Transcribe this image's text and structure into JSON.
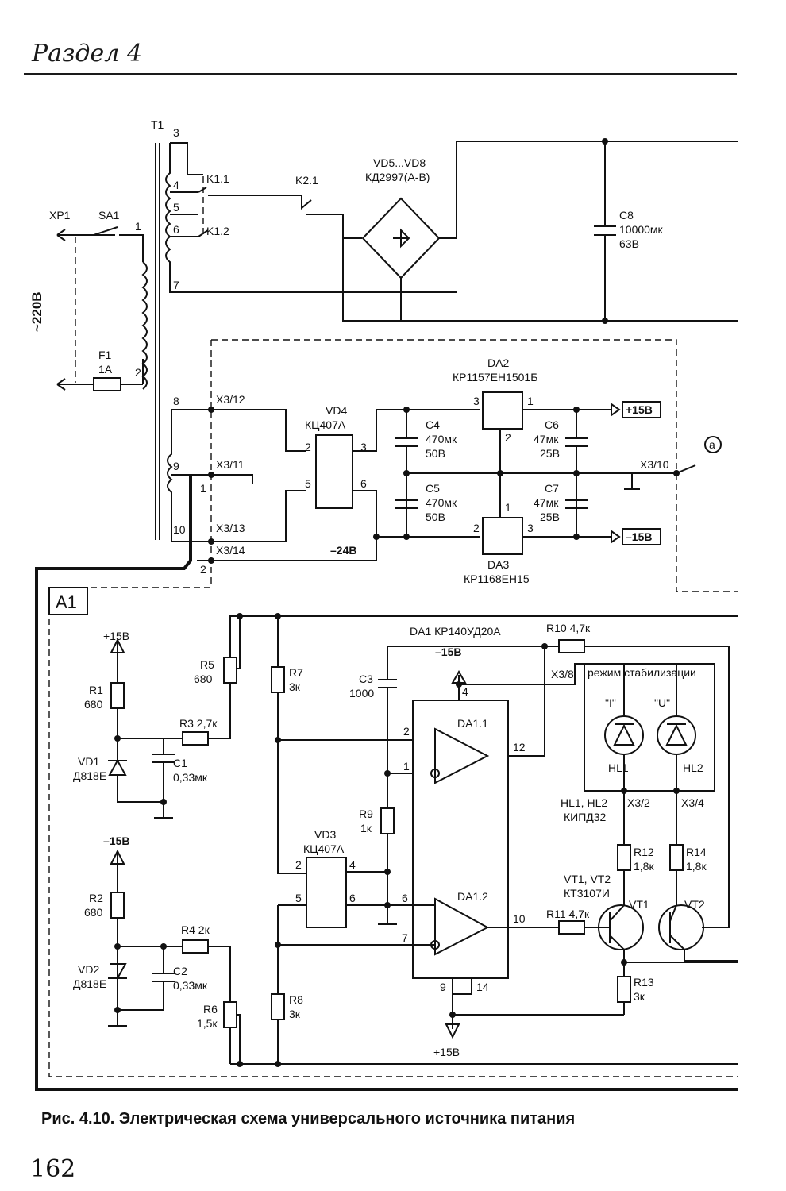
{
  "header": {
    "section": "Раздел 4"
  },
  "caption": "Рис. 4.10. Электрическая схема универсального источника питания",
  "page_number": "162",
  "schematic": {
    "T1": "T1",
    "XP1": "XP1",
    "SA1": "SA1",
    "mains": "~220В",
    "F1": "F1",
    "F1_val": "1A",
    "K11": "K1.1",
    "K12": "K1.2",
    "K21": "K2.1",
    "VD58": "VD5...VD8",
    "VD58_type": "КД2997(А-В)",
    "C8": "C8",
    "C8_cap": "10000мк",
    "C8_volt": "63В",
    "DA2": "DA2",
    "DA2_type": "КР1157ЕН1501Б",
    "DA3": "DA3",
    "DA3_type": "КР1168ЕН15",
    "VD4": "VD4",
    "VD4_type": "КЦ407А",
    "C4": "C4",
    "C4_cap": "470мк",
    "C4_volt": "50В",
    "C5": "C5",
    "C5_cap": "470мк",
    "C5_volt": "50В",
    "C6": "C6",
    "C6_cap": "47мк",
    "C6_volt": "25В",
    "C7": "C7",
    "C7_cap": "47мк",
    "C7_volt": "25В",
    "plus15": "+15В",
    "minus15": "–15В",
    "minus24": "–24В",
    "X312": "X3/12",
    "X311": "X3/11",
    "X313": "X3/13",
    "X314": "X3/14",
    "X310": "X3/10",
    "X38": "X3/8",
    "X32": "X3/2",
    "X34": "X3/4",
    "a": "a",
    "A1": "A1",
    "R1": "R1",
    "R1_val": "680",
    "R2": "R2",
    "R2_val": "680",
    "R3": "R3 2,7к",
    "R4": "R4 2к",
    "R5": "R5",
    "R5_val": "680",
    "R6": "R6",
    "R6_val": "1,5к",
    "R7": "R7",
    "R7_val": "3к",
    "R8": "R8",
    "R8_val": "3к",
    "R9": "R9",
    "R9_val": "1к",
    "R10": "R10 4,7к",
    "R11": "R11 4,7к",
    "R12": "R12",
    "R12_val": "1,8к",
    "R13": "R13",
    "R13_val": "3к",
    "R14": "R14",
    "R14_val": "1,8к",
    "C1": "C1",
    "C1_val": "0,33мк",
    "C2": "C2",
    "C2_val": "0,33мк",
    "C3": "C3",
    "C3_val": "1000",
    "VD1": "VD1",
    "VD1_type": "Д818Е",
    "VD2": "VD2",
    "VD2_type": "Д818Е",
    "VD3": "VD3",
    "VD3_type": "КЦ407А",
    "DA1": "DA1 КР140УД20А",
    "DA11": "DA1.1",
    "DA12": "DA1.2",
    "mode": "режим стабилизации",
    "I": "\"I\"",
    "U": "\"U\"",
    "HL1": "HL1",
    "HL2": "HL2",
    "HL_type": "HL1, HL2",
    "HL_type2": "КИПД32",
    "VT1": "VT1",
    "VT2": "VT2",
    "VT_type": "VT1, VT2",
    "VT_type2": "КТ3107И",
    "plus15b": "+15В",
    "minus15b": "–15В",
    "plus15c": "+15В",
    "minus15c": "–15В",
    "pins": [
      "3",
      "4",
      "5",
      "6",
      "7",
      "8",
      "9",
      "10",
      "1",
      "2",
      "1",
      "2",
      "3",
      "1",
      "2",
      "1",
      "3",
      "2",
      "3",
      "2",
      "5",
      "6",
      "2",
      "4",
      "5",
      "6",
      "2",
      "1",
      "12",
      "6",
      "7",
      "10",
      "4",
      "9",
      "14"
    ]
  }
}
